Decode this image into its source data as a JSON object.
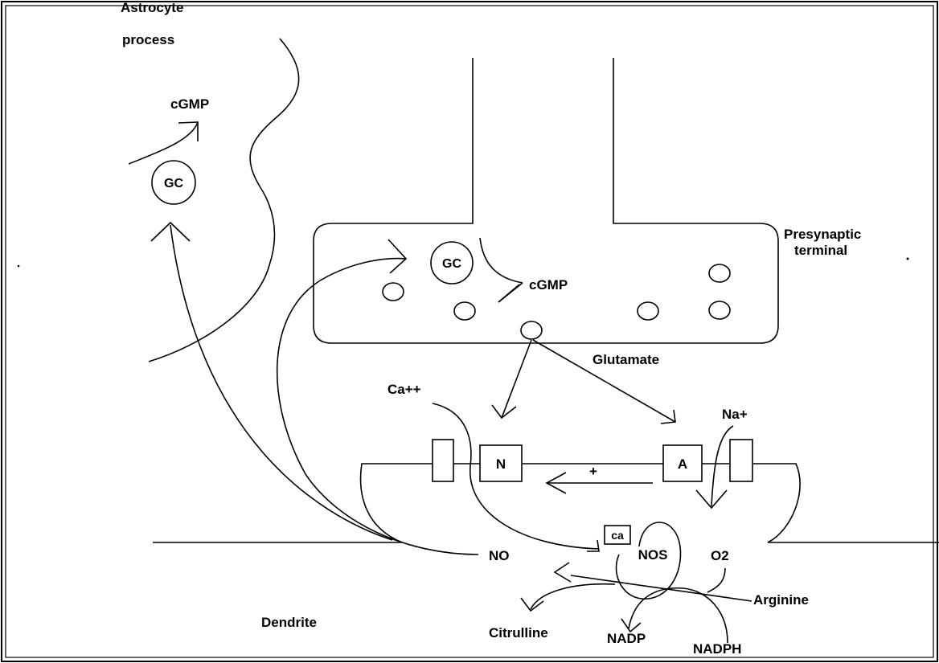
{
  "labels": {
    "astrocyte_line1": "Astrocyte",
    "astrocyte_line2": "process",
    "cgmp_astro": "cGMP",
    "gc_astro": "GC",
    "presynaptic_line1": "Presynaptic",
    "presynaptic_line2": "terminal",
    "gc_pre": "GC",
    "cgmp_pre": "cGMP",
    "glutamate": "Glutamate",
    "ca": "Ca++",
    "na": "Na+",
    "nmda": "N",
    "ampa": "A",
    "plus": "+",
    "ca_small": "ca",
    "nos": "NOS",
    "no": "NO",
    "o2": "O2",
    "arginine": "Arginine",
    "citrulline": "Citrulline",
    "nadp": "NADP",
    "nadph": "NADPH",
    "dendrite": "Dendrite"
  },
  "colors": {
    "ink": "#000000",
    "background": "#ffffff"
  }
}
